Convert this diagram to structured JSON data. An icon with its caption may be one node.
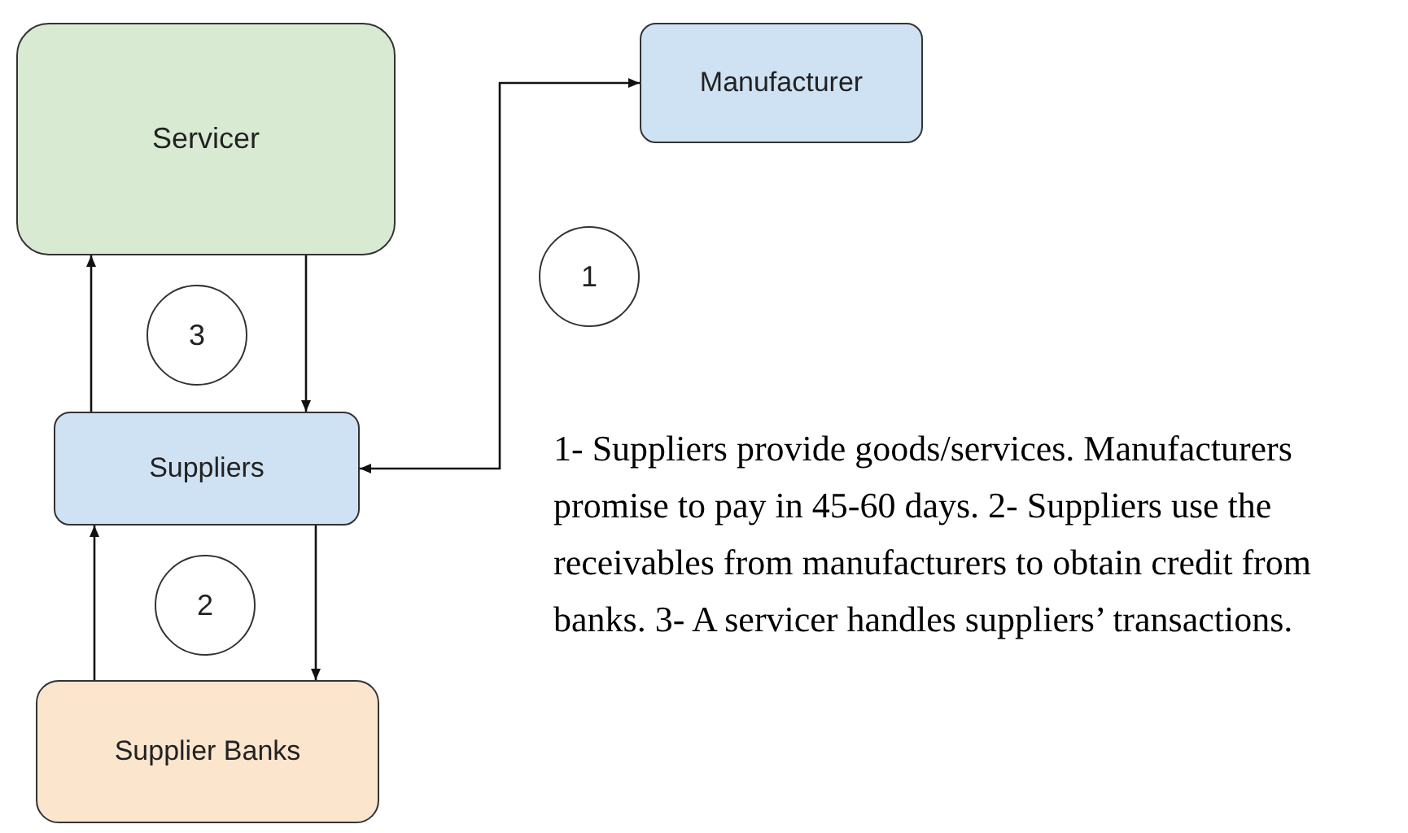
{
  "diagram": {
    "nodes": [
      {
        "text": [
          "Servicer"
        ]
      },
      {
        "text": [
          "Manufacturer"
        ]
      },
      {
        "text": [
          "1"
        ]
      },
      {
        "text": [
          "3"
        ]
      },
      {
        "text": [
          "Suppliers"
        ]
      },
      {
        "text": [
          "2"
        ]
      },
      {
        "text": [
          "Supplier Banks"
        ]
      }
    ],
    "edges": [
      {
        "from": 4,
        "to": 0,
        "arrow": "to"
      },
      {
        "from": 0,
        "to": 4,
        "arrow": "to"
      },
      {
        "from": 4,
        "to": 1,
        "arrow": "both"
      },
      {
        "from": 6,
        "to": 4,
        "arrow": "to"
      },
      {
        "from": 4,
        "to": 6,
        "arrow": "to"
      }
    ],
    "labels": [
      "1- Suppliers provide goods/services. Manufacturers promise to pay in 45-60 days. 2- Suppliers use the receivables from manufacturers to obtain credit from banks. 3- A servicer handles suppliers’ transactions."
    ]
  }
}
